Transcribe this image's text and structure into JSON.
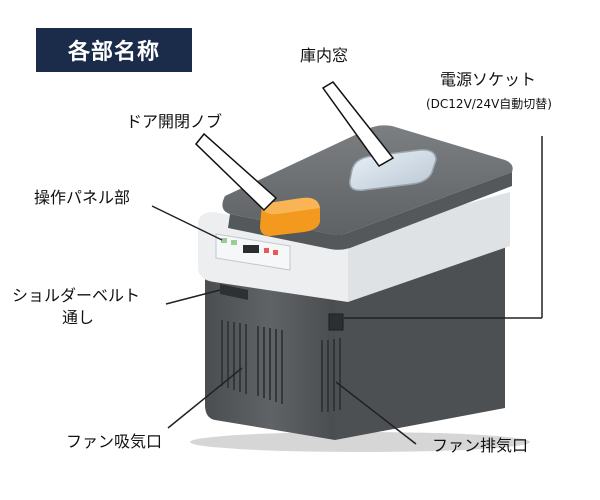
{
  "title": "各部名称",
  "labels": {
    "inner_window": "庫内窓",
    "power_socket": "電源ソケット",
    "power_socket_note": "(DC12V/24V自動切替)",
    "door_knob": "ドア開閉ノブ",
    "control_panel": "操作パネル部",
    "shoulder_belt_line1": "ショルダーベルト",
    "shoulder_belt_line2": "通し",
    "intake_fan": "ファン吸気口",
    "exhaust_fan": "ファン排気口"
  },
  "colors": {
    "title_bg": "#1b2b4a",
    "knob": "#f39a1e",
    "lid": "#6b6e70",
    "band": "#e8eaed",
    "body": "#5a5d60"
  }
}
